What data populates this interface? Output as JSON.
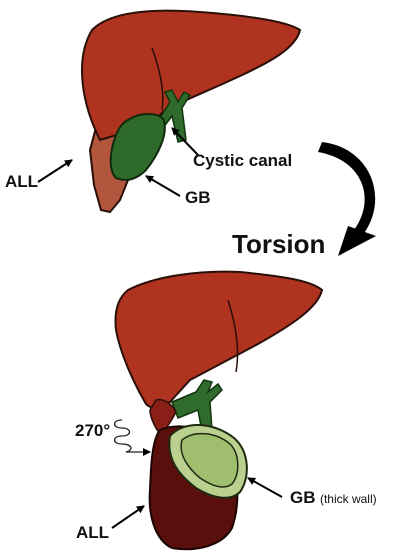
{
  "labels": {
    "top_all": "ALL",
    "top_gb": "GB",
    "cystic_canal": "Cystic canal",
    "torsion": "Torsion",
    "rotation": "270°",
    "bottom_gb": "GB",
    "bottom_gb_note": "(thick wall)",
    "bottom_all": "ALL"
  },
  "colors": {
    "liver": "#b0331f",
    "liver_outline": "#2a0f08",
    "accessory_lobe_top": "#b3563e",
    "accessory_lobe_bottom": "#5a0f0c",
    "gallbladder_top": "#2e6a2a",
    "gallbladder_bottom_outer": "#b9d08f",
    "gallbladder_bottom_inner": "#9fbf6e",
    "duct": "#2f6b2a",
    "arrow": "#000000"
  },
  "icons": [
    "curved-torsion-arrow-icon",
    "spiral-rotation-icon"
  ]
}
